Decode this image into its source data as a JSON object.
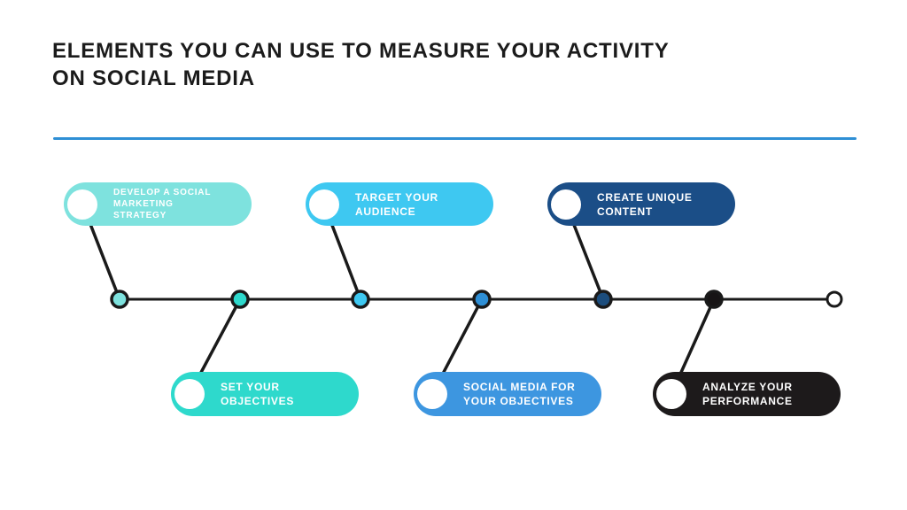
{
  "title": {
    "line1": "ELEMENTS YOU CAN USE TO MEASURE YOUR ACTIVITY",
    "line2": "ON SOCIAL MEDIA",
    "text_color": "#1b1b1b"
  },
  "divider": {
    "color": "#2e8fd5"
  },
  "timeline": {
    "line_color": "#1a1a1a",
    "end_dot_color": "#ffffff",
    "dots": [
      {
        "name": "dot-develop-strategy",
        "color": "#7ee2de"
      },
      {
        "name": "dot-set-objectives",
        "color": "#2ed9cc"
      },
      {
        "name": "dot-target-audience",
        "color": "#3ec8f1"
      },
      {
        "name": "dot-social-media",
        "color": "#2e8fd6"
      },
      {
        "name": "dot-unique-content",
        "color": "#1c4d7d"
      },
      {
        "name": "dot-analyze",
        "color": "#171415"
      },
      {
        "name": "dot-end",
        "color": "#ffffff"
      }
    ]
  },
  "milestones": [
    {
      "label": "DEVELOP A SOCIAL\nMARKETING\nSTRATEGY",
      "color": "#7ee2de",
      "position": "top"
    },
    {
      "label": "SET YOUR\nOBJECTIVES",
      "color": "#2ed9cc",
      "position": "bottom"
    },
    {
      "label": "TARGET YOUR\nAUDIENCE",
      "color": "#3ec8f1",
      "position": "top"
    },
    {
      "label": "SOCIAL MEDIA FOR\nYOUR OBJECTIVES",
      "color": "#3d96e0",
      "position": "bottom"
    },
    {
      "label": "CREATE UNIQUE\nCONTENT",
      "color": "#1b4e87",
      "position": "top"
    },
    {
      "label": "ANALYZE YOUR\nPERFORMANCE",
      "color": "#1d1a1b",
      "position": "bottom"
    }
  ]
}
